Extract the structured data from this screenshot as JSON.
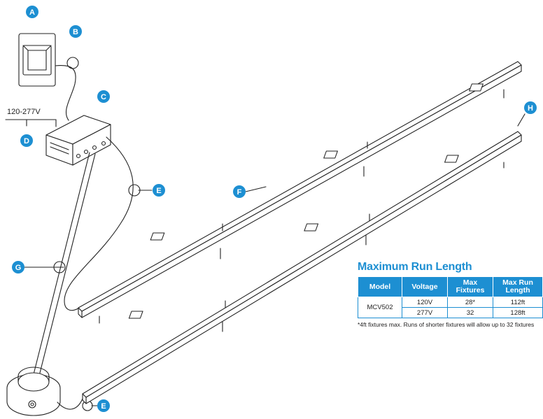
{
  "callouts": {
    "A": "A",
    "B": "B",
    "C": "C",
    "D": "D",
    "E1": "E",
    "E2": "E",
    "F": "F",
    "G": "G",
    "H": "H"
  },
  "voltage_label": "120-277V",
  "colors": {
    "accent": "#1d8fd2",
    "line": "#222222"
  },
  "run_table": {
    "title": "Maximum Run Length",
    "headers": {
      "model": "Model",
      "voltage": "Voltage",
      "max_fixtures": "Max Fixtures",
      "max_run": "Max Run Length"
    },
    "rows": [
      {
        "model": "MCV502",
        "voltage": "120V",
        "fixtures": "28*",
        "length": "112ft"
      },
      {
        "voltage": "277V",
        "fixtures": "32",
        "length": "128ft"
      }
    ],
    "note": "*4ft fixtures max. Runs of shorter fixtures will allow up to 32 fixtures"
  }
}
